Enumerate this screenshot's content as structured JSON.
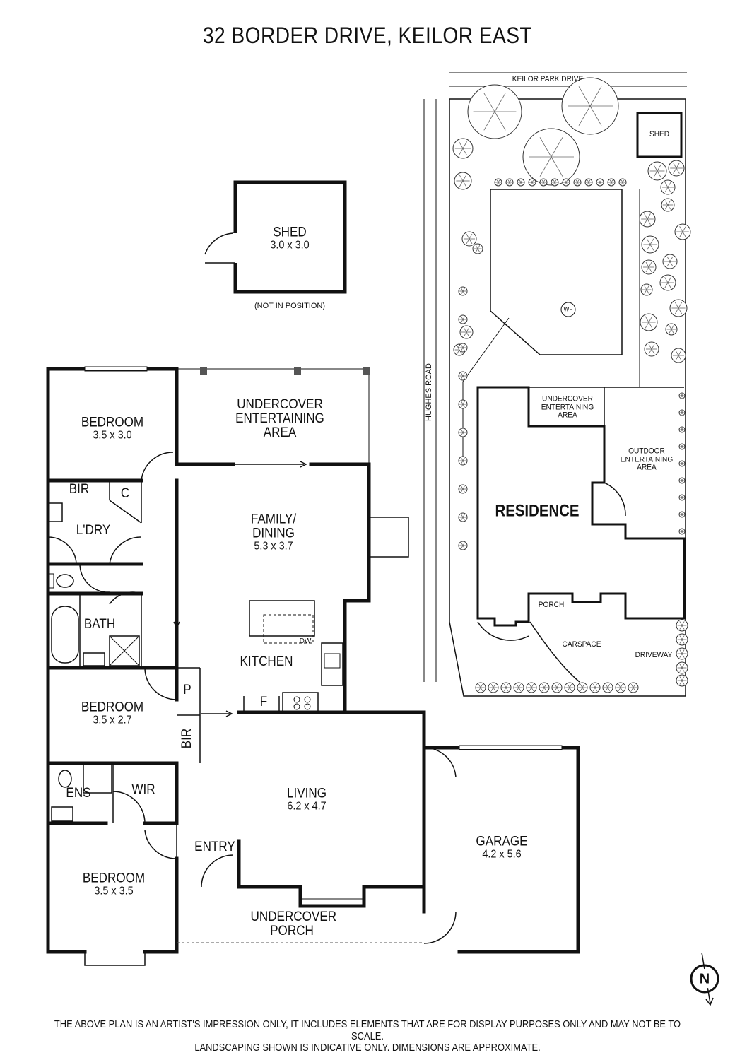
{
  "title": "32 BORDER DRIVE, KEILOR EAST",
  "rooms": {
    "shed": {
      "name": "SHED",
      "dim": "3.0 x 3.0",
      "note": "(NOT IN POSITION)"
    },
    "bedroom1": {
      "name": "BEDROOM",
      "dim": "3.5 x 3.0"
    },
    "undercover_entertaining": {
      "name": "UNDERCOVER ENTERTAINING AREA"
    },
    "bir1": {
      "name": "BIR"
    },
    "c": {
      "name": "C"
    },
    "laundry": {
      "name": "L'DRY"
    },
    "family_dining": {
      "name": "FAMILY/ DINING",
      "dim": "5.3 x 3.7"
    },
    "bath": {
      "name": "BATH"
    },
    "kitchen": {
      "name": "KITCHEN"
    },
    "dw": {
      "name": "DW"
    },
    "pantry": {
      "name": "P"
    },
    "fridge": {
      "name": "F"
    },
    "bedroom2": {
      "name": "BEDROOM",
      "dim": "3.5 x 2.7"
    },
    "bir2": {
      "name": "BIR"
    },
    "ens": {
      "name": "ENS"
    },
    "wir": {
      "name": "WIR"
    },
    "living": {
      "name": "LIVING",
      "dim": "6.2 x 4.7"
    },
    "garage": {
      "name": "GARAGE",
      "dim": "4.2 x 5.6"
    },
    "entry": {
      "name": "ENTRY"
    },
    "bedroom3": {
      "name": "BEDROOM",
      "dim": "3.5 x 3.5"
    },
    "undercover_porch": {
      "name": "UNDERCOVER PORCH"
    }
  },
  "site": {
    "keilor_park_drive": "KEILOR PARK DRIVE",
    "hughes_road": "HUGHES ROAD",
    "shed": "SHED",
    "wf": "WF",
    "undercover_entertaining": "UNDERCOVER ENTERTAINING AREA",
    "outdoor_entertaining": "OUTDOOR ENTERTAINING AREA",
    "residence": "RESIDENCE",
    "porch": "PORCH",
    "carspace": "CARSPACE",
    "driveway": "DRIVEWAY"
  },
  "compass": "N",
  "disclaimer": {
    "line1": "THE ABOVE PLAN IS AN ARTIST'S IMPRESSION ONLY, IT INCLUDES ELEMENTS THAT ARE FOR DISPLAY PURPOSES ONLY AND MAY NOT BE TO SCALE.",
    "line2": "LANDSCAPING SHOWN IS INDICATIVE ONLY. DIMENSIONS ARE APPROXIMATE."
  }
}
